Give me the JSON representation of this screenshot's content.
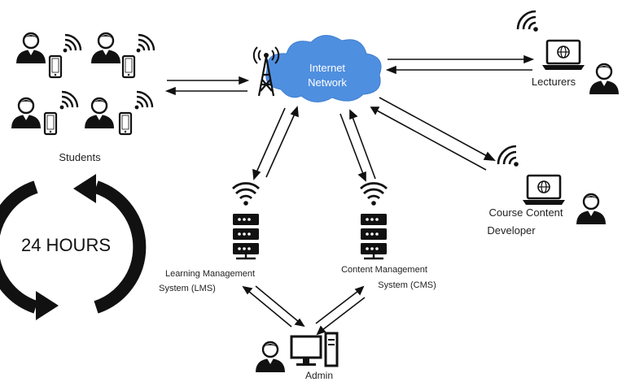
{
  "diagram": {
    "cloud": {
      "line1": "Internet",
      "line2": "Network"
    },
    "students": {
      "label": "Students"
    },
    "lecturers": {
      "label": "Lecturers"
    },
    "course_content_developer": {
      "line1": "Course Content",
      "line2": "Developer"
    },
    "lms": {
      "line1": "Learning Management",
      "line2": "System (LMS)"
    },
    "cms": {
      "line1": "Content Management",
      "line2": "System (CMS)"
    },
    "admin": {
      "label": "Admin"
    },
    "cycle": {
      "label": "24 HOURS"
    }
  },
  "colors": {
    "cloud": "#4f8fe0",
    "ink": "#111111",
    "label_text": "#222222",
    "cloud_text": "#ffffff"
  },
  "icons": [
    "person-icon",
    "smartphone-icon",
    "wifi-icon",
    "cell-tower-icon",
    "laptop-icon",
    "globe-icon",
    "server-rack-icon",
    "desktop-computer-icon",
    "cycle-arrows-icon"
  ]
}
